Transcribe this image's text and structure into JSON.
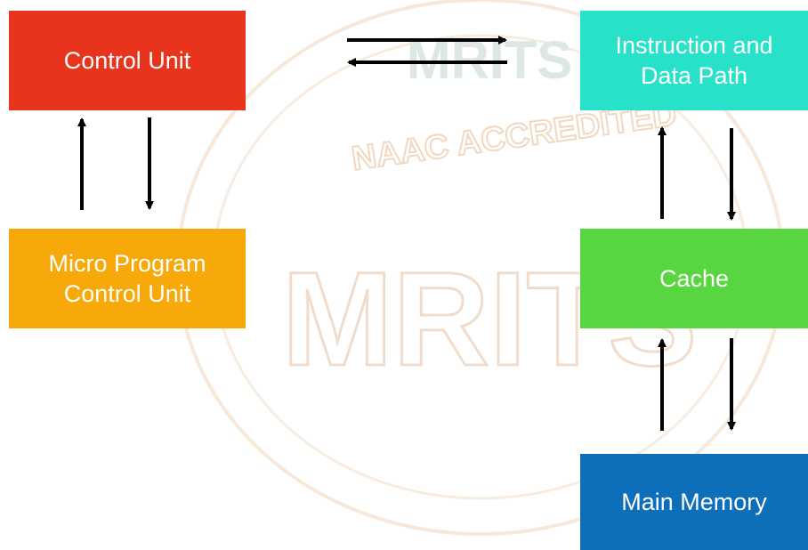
{
  "watermark": {
    "main_text": "MRITS",
    "arc_text": "NAAC ACCREDITED",
    "color": "#f3dcc9"
  },
  "diagram": {
    "control_unit": {
      "label": "Control Unit",
      "color": "#e8341c"
    },
    "micro_program": {
      "label": "Micro Program\nControl Unit",
      "color": "#f7a90a"
    },
    "instruction_data_path": {
      "label": "Instruction and\nData Path",
      "color": "#27e1c9"
    },
    "cache": {
      "label": "Cache",
      "color": "#58d63f"
    },
    "main_memory": {
      "label": "Main Memory",
      "color": "#0d6fba"
    }
  }
}
